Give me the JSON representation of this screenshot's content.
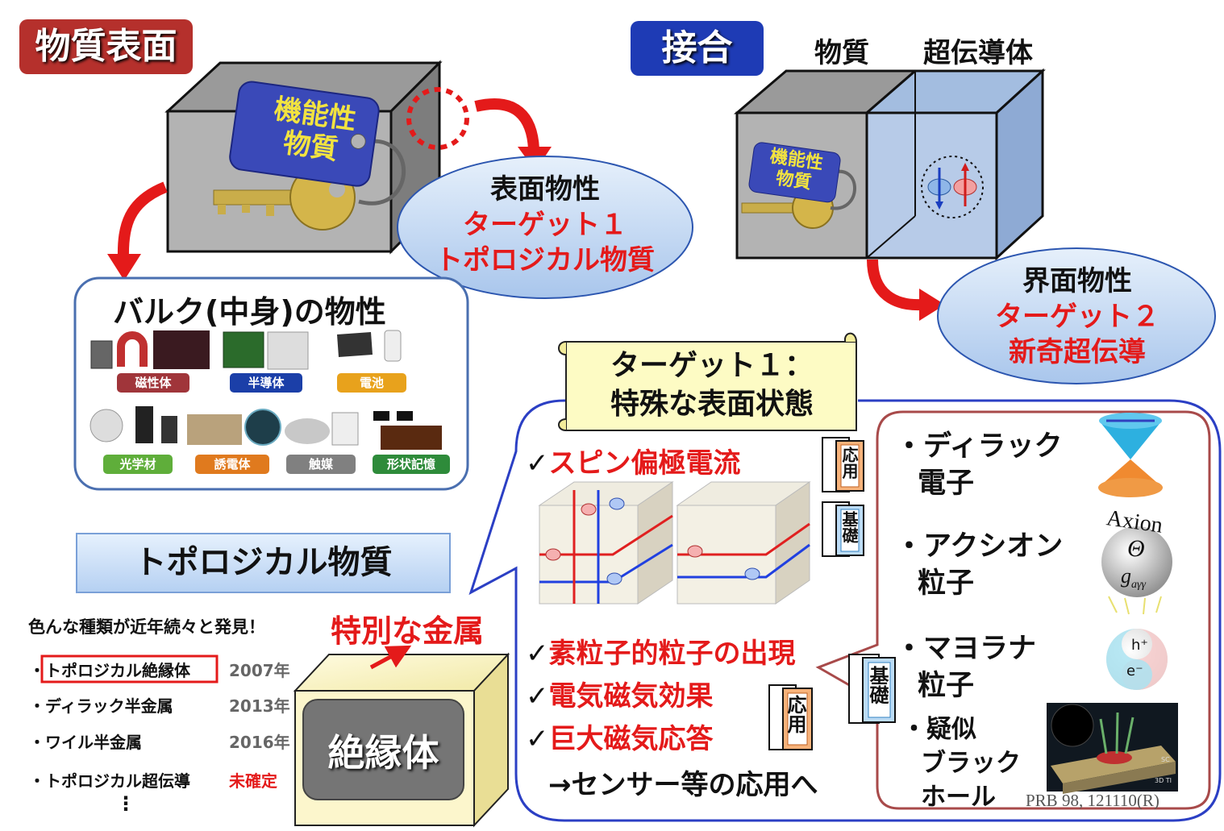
{
  "top_left": {
    "badge": "物質表面",
    "tag_line1": "機能性",
    "tag_line2": "物質",
    "ellipse_line1": "表面物性",
    "ellipse_line2": "ターゲット１",
    "ellipse_line3": "トポロジカル物質"
  },
  "bulk": {
    "title": "バルク(中身)の物性",
    "labels": [
      "磁性体",
      "半導体",
      "電池",
      "光学材",
      "誘電体",
      "触媒",
      "形状記憶"
    ],
    "colors": {
      "magnet": "#a0353a",
      "semi": "#1b3fa8",
      "battery": "#e8a21c",
      "optic": "#5fae3a",
      "dielectric": "#e07a1e",
      "catalyst": "#808080",
      "memory": "#2e8b3a"
    }
  },
  "junction": {
    "badge": "接合",
    "label_left": "物質",
    "label_right": "超伝導体",
    "tag_line1": "機能性",
    "tag_line2": "物質",
    "ellipse_line1": "界面物性",
    "ellipse_line2": "ターゲット２",
    "ellipse_line3": "新奇超伝導"
  },
  "topo": {
    "title": "トポロジカル物質",
    "intro": "色んな種類が近年続々と発見！",
    "items": [
      {
        "name": "・トポロジカル絶縁体",
        "year": "2007年"
      },
      {
        "name": "・ディラック半金属",
        "year": "2013年"
      },
      {
        "name": "・ワイル半金属",
        "year": "2016年"
      },
      {
        "name": "・トポロジカル超伝導",
        "year": "未確定"
      }
    ],
    "ellipsis": "⋮",
    "special_metal": "特別な金属",
    "insulator": "絶縁体"
  },
  "target1": {
    "scroll_line1": "ターゲット１：",
    "scroll_line2": "特殊な表面状態",
    "check_mark": "✓",
    "spin_current": "スピン偏極電流",
    "checks": [
      "素粒子的粒子の出現",
      "電気磁気効果",
      "巨大磁気応答"
    ],
    "arrow_line": "→センサー等の応用へ",
    "tags": {
      "apply": "応用",
      "basic": "基礎"
    },
    "right_items": [
      {
        "line1": "・ディラック",
        "line2": "電子"
      },
      {
        "line1": "・アクシオン",
        "line2": "粒子"
      },
      {
        "line1": "・マヨラナ",
        "line2": "粒子"
      }
    ],
    "bh_line1": "・疑似",
    "bh_line2": "ブラック",
    "bh_line3": "ホール",
    "axion_word": "Axion",
    "axion_theta": "Θ",
    "axion_g": "g",
    "axion_sub": "aγγ",
    "majorana_h": "h⁺",
    "majorana_e": "e⁻",
    "citation": "PRB 98, 121110(R)",
    "bh_sc": "SC",
    "bh_ti": "3D TI"
  },
  "colors": {
    "accent_red": "#e41a1a",
    "badge_red": "#b5302c",
    "badge_blue": "#1e3bb5",
    "frame_blue": "#2b3fc4",
    "frame_brown": "#a84a4a"
  }
}
